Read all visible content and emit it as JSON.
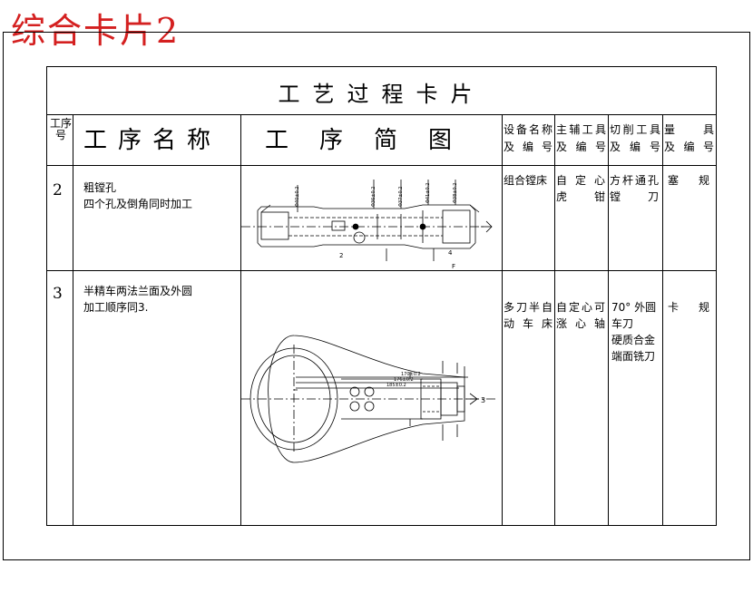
{
  "corner_title": "综合卡片2",
  "card": {
    "title": "工艺过程卡片",
    "headers": {
      "seq": "工序号",
      "op_name": "工序名称",
      "sketch": "工序简图",
      "equip_l1": "设备名称",
      "equip_l2": "及编号",
      "aux_l1": "主辅工具",
      "aux_l2": "及编号",
      "cut_l1": "切削工具",
      "cut_l2": "及编号",
      "gauge_l1": "量具",
      "gauge_l2": "及编号"
    },
    "rows": [
      {
        "no": "2",
        "op_l1": "粗镗孔",
        "op_l2": "四个孔及倒角同时加工",
        "equip_l1": "组合镗床",
        "aux_l1": "自定心",
        "aux_l2": "虎钳",
        "cut_l1": "方杆通孔",
        "cut_l2": "镗刀",
        "gauge_l1": "塞规",
        "marks": [
          "2",
          "4",
          "F"
        ]
      },
      {
        "no": "3",
        "op_l1": "半精车两法兰面及外圆",
        "op_l2": "加工顺序同3.",
        "equip_l1": "多刀半自",
        "equip_l2": "动车床",
        "aux_l1": "自定心可",
        "aux_l2": "涨心轴",
        "cut_l1": "70° 外圆",
        "cut_l2": "车刀",
        "cut_l3": "硬质合金",
        "cut_l4": "端面铣刀",
        "gauge_l1": "卡规",
        "marks": [
          "3"
        ]
      }
    ]
  }
}
